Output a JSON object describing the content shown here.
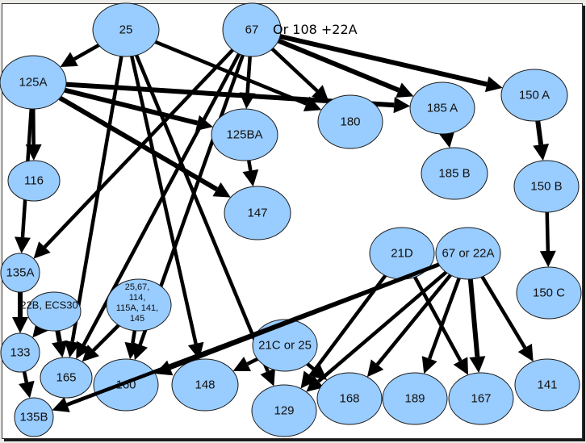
{
  "diagram": {
    "title_annotation": "Or 108 +22A",
    "node_fill": "#99ccff",
    "node_stroke": "#1a1a1a",
    "edge_color": "#000000",
    "nodes": [
      {
        "id": "n25",
        "label": "25"
      },
      {
        "id": "n67",
        "label": "67"
      },
      {
        "id": "n125A",
        "label": "125A"
      },
      {
        "id": "n180",
        "label": "180"
      },
      {
        "id": "n185A",
        "label": "185 A"
      },
      {
        "id": "n150A",
        "label": "150 A"
      },
      {
        "id": "n125BA",
        "label": "125BA"
      },
      {
        "id": "n116",
        "label": "116"
      },
      {
        "id": "n185B",
        "label": "185 B"
      },
      {
        "id": "n150B",
        "label": "150 B"
      },
      {
        "id": "n147",
        "label": "147"
      },
      {
        "id": "n135A",
        "label": "135A"
      },
      {
        "id": "n22B",
        "label": "22B, ECS30"
      },
      {
        "id": "nMulti",
        "label": "25,67, 114, 115A, 141, 145",
        "lines": [
          "25,67,",
          "114,",
          "115A, 141,",
          "145"
        ]
      },
      {
        "id": "n21D",
        "label": "21D"
      },
      {
        "id": "n67or22A",
        "label": "67 or 22A"
      },
      {
        "id": "n150C",
        "label": "150 C"
      },
      {
        "id": "n133",
        "label": "133"
      },
      {
        "id": "n21Cor25",
        "label": "21C or 25"
      },
      {
        "id": "n165",
        "label": "165"
      },
      {
        "id": "n160",
        "label": "160"
      },
      {
        "id": "n148",
        "label": "148"
      },
      {
        "id": "n129",
        "label": "129"
      },
      {
        "id": "n168",
        "label": "168"
      },
      {
        "id": "n189",
        "label": "189"
      },
      {
        "id": "n167",
        "label": "167"
      },
      {
        "id": "n141",
        "label": "141"
      },
      {
        "id": "n135B",
        "label": "135B"
      }
    ],
    "edges": [
      {
        "from": "n25",
        "to": "n125A"
      },
      {
        "from": "n25",
        "to": "n180"
      },
      {
        "from": "n25",
        "to": "n165"
      },
      {
        "from": "n25",
        "to": "n148"
      },
      {
        "from": "n25",
        "to": "n129"
      },
      {
        "from": "n67",
        "to": "n185A"
      },
      {
        "from": "n67",
        "to": "n150A"
      },
      {
        "from": "n67",
        "to": "n180"
      },
      {
        "from": "n67",
        "to": "n125BA"
      },
      {
        "from": "n67",
        "to": "n135A"
      },
      {
        "from": "n67",
        "to": "n165"
      },
      {
        "from": "n67",
        "to": "n160"
      },
      {
        "from": "n125A",
        "to": "n185A"
      },
      {
        "from": "n125A",
        "to": "n125BA"
      },
      {
        "from": "n125A",
        "to": "n116"
      },
      {
        "from": "n125A",
        "to": "n147"
      },
      {
        "from": "n125A",
        "to": "n135A"
      },
      {
        "from": "n125BA",
        "to": "n147"
      },
      {
        "from": "n185A",
        "to": "n185B"
      },
      {
        "from": "n150A",
        "to": "n150B"
      },
      {
        "from": "n150B",
        "to": "n150C"
      },
      {
        "from": "n135A",
        "to": "n133"
      },
      {
        "from": "n22B",
        "to": "n133"
      },
      {
        "from": "n22B",
        "to": "n165"
      },
      {
        "from": "nMulti",
        "to": "n165"
      },
      {
        "from": "nMulti",
        "to": "n160"
      },
      {
        "from": "n133",
        "to": "n135B"
      },
      {
        "from": "n21D",
        "to": "n129"
      },
      {
        "from": "n21D",
        "to": "n167"
      },
      {
        "from": "n67or22A",
        "to": "n160"
      },
      {
        "from": "n67or22A",
        "to": "n135B"
      },
      {
        "from": "n67or22A",
        "to": "n129"
      },
      {
        "from": "n67or22A",
        "to": "n168"
      },
      {
        "from": "n67or22A",
        "to": "n189"
      },
      {
        "from": "n67or22A",
        "to": "n167"
      },
      {
        "from": "n67or22A",
        "to": "n141"
      },
      {
        "from": "n21Cor25",
        "to": "n168"
      },
      {
        "from": "n21Cor25",
        "to": "n148"
      }
    ]
  }
}
